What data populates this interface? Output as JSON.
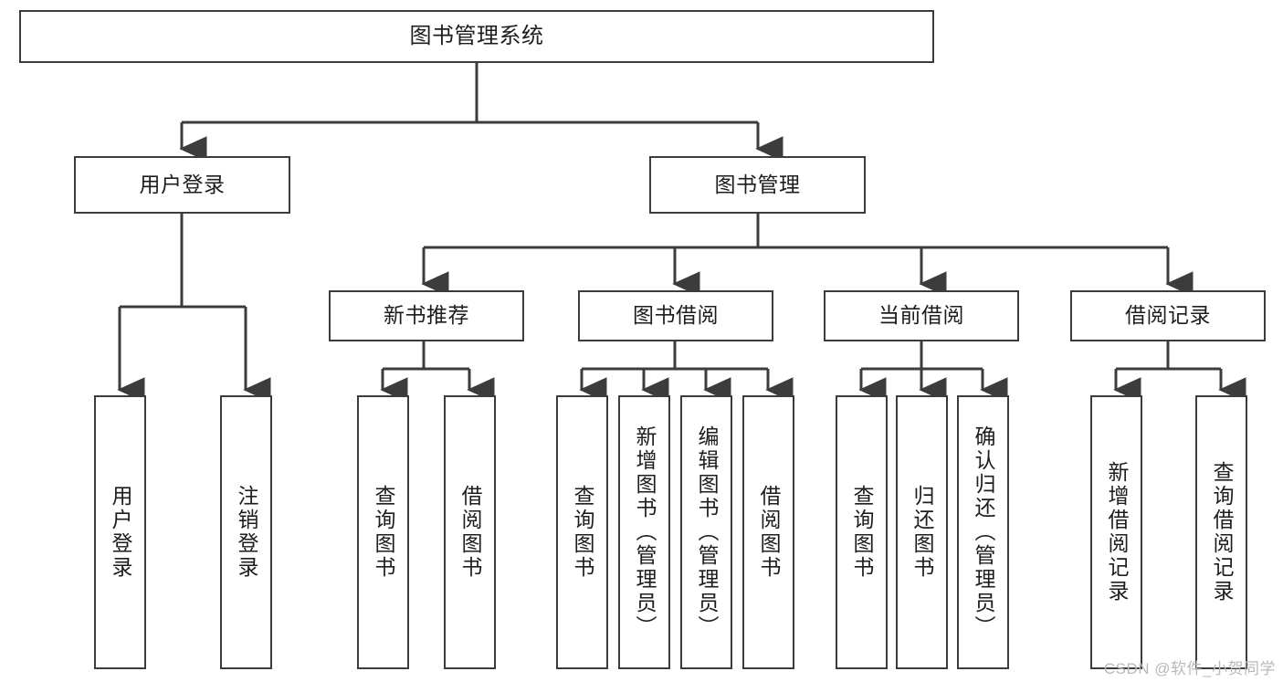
{
  "diagram": {
    "type": "tree-hierarchy-chart",
    "title": "图书管理系统",
    "line_color": "#3c3c3c",
    "text_color": "#1d1d1d",
    "background": "#ffffff",
    "nodes": {
      "root": {
        "label": "图书管理系统"
      },
      "level2": [
        {
          "id": "user-login",
          "label": "用户登录"
        },
        {
          "id": "book-management",
          "label": "图书管理"
        }
      ],
      "level3": [
        {
          "id": "new-book-recommend",
          "label": "新书推荐"
        },
        {
          "id": "book-borrow",
          "label": "图书借阅"
        },
        {
          "id": "current-borrow",
          "label": "当前借阅"
        },
        {
          "id": "borrow-record",
          "label": "借阅记录"
        }
      ],
      "leaves": {
        "user_login": [
          {
            "id": "leaf-user-login",
            "label": "用户登录"
          },
          {
            "id": "leaf-logout-login",
            "label": "注销登录"
          }
        ],
        "new_book_recommend": [
          {
            "id": "leaf-query-book-1",
            "label": "查询图书"
          },
          {
            "id": "leaf-borrow-book-1",
            "label": "借阅图书"
          }
        ],
        "book_borrow": [
          {
            "id": "leaf-query-book-2",
            "label": "查询图书"
          },
          {
            "id": "leaf-add-book",
            "label": "新增图书（管理员）"
          },
          {
            "id": "leaf-edit-book",
            "label": "编辑图书（管理员）"
          },
          {
            "id": "leaf-borrow-book-2",
            "label": "借阅图书"
          }
        ],
        "current_borrow": [
          {
            "id": "leaf-query-book-3",
            "label": "查询图书"
          },
          {
            "id": "leaf-return-book",
            "label": "归还图书"
          },
          {
            "id": "leaf-confirm-return",
            "label": "确认归还（管理员）"
          }
        ],
        "borrow_record": [
          {
            "id": "leaf-add-record",
            "label": "新增借阅记录"
          },
          {
            "id": "leaf-query-record",
            "label": "查询借阅记录"
          }
        ]
      }
    }
  },
  "watermark": {
    "text": "CSDN @软件_小贺同学",
    "color": "#b9b9b9"
  }
}
